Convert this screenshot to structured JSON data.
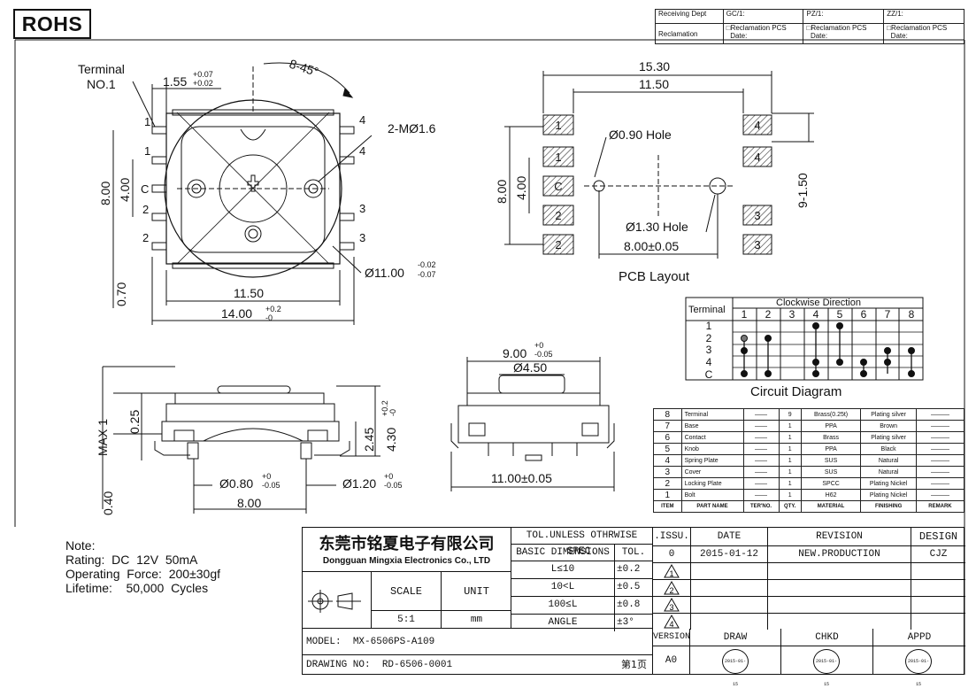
{
  "rohs": "ROHS",
  "receipt": {
    "receiving_dept": "Receiving Dept",
    "reclamation": "Reclamation",
    "gc": "GC/1:",
    "pz": "PZ/1:",
    "zz": "ZZ/1:",
    "recl_pcs": "□Reclamation  PCS",
    "date": "Date:"
  },
  "front_view": {
    "terminal_label": "Terminal",
    "terminal_no": "NO.1",
    "dim_155": "1.55",
    "dim_155_tol_up": "+0.07",
    "dim_155_tol_dn": "+0.02",
    "angle": "8-45°",
    "hole_2m": "2-MØ1.6",
    "dim_800": "8.00",
    "dim_400": "4.00",
    "dim_070": "0.70",
    "dim_1150": "11.50",
    "dim_1400": "14.00",
    "dim_1400_tol_up": "+0.2",
    "dim_1400_tol_dn": "-0",
    "dia_1100": "Ø11.00",
    "dia_1100_tol_up": "-0.02",
    "dia_1100_tol_dn": "-0.07",
    "pins_left": [
      "1",
      "1",
      "C",
      "2",
      "2"
    ],
    "pins_right": [
      "4",
      "4",
      "3",
      "3"
    ]
  },
  "pcb": {
    "dim_1530": "15.30",
    "dim_1150": "11.50",
    "hole_090": "Ø0.90  Hole",
    "hole_130": "Ø1.30  Hole",
    "dim_800": "8.00",
    "dim_400": "4.00",
    "dim_800_tol": "8.00±0.05",
    "dim_150": "9-1.50",
    "title": "PCB  Layout",
    "pads_left": [
      "1",
      "1",
      "C",
      "2",
      "2"
    ],
    "pads_right": [
      "4",
      "4",
      "3",
      "3"
    ]
  },
  "circuit": {
    "title": "Clockwise  Direction",
    "terminal_header": "Terminal",
    "positions": [
      "1",
      "2",
      "3",
      "4",
      "5",
      "6",
      "7",
      "8"
    ],
    "rows": [
      "1",
      "2",
      "3",
      "4",
      "C"
    ],
    "caption": "Circuit  Diagram"
  },
  "side_view": {
    "dim_025": "0.25",
    "max1": "MAX  1",
    "dim_245": "2.45",
    "dim_430": "4.30",
    "dim_430_tol_up": "+0.2",
    "dim_430_tol_dn": "-0",
    "dim_080": "Ø0.80",
    "dim_080_tol_up": "+0",
    "dim_080_tol_dn": "-0.05",
    "dim_120": "Ø1.20",
    "dim_120_tol_up": "+0",
    "dim_120_tol_dn": "-0.05",
    "dim_800": "8.00",
    "dim_040": "0.40"
  },
  "end_view": {
    "dim_900": "9.00",
    "dim_900_tol_up": "+0",
    "dim_900_tol_dn": "-0.05",
    "dim_450": "Ø4.50",
    "dim_1100": "11.00±0.05"
  },
  "parts": {
    "rows": [
      {
        "item": "8",
        "name": "Terminal",
        "ter": "——",
        "qty": "9",
        "material": "Brass(0.25t)",
        "finish": "Plating silver",
        "remark": "———"
      },
      {
        "item": "7",
        "name": "Base",
        "ter": "——",
        "qty": "1",
        "material": "PPA",
        "finish": "Brown",
        "remark": "———"
      },
      {
        "item": "6",
        "name": "Contact",
        "ter": "——",
        "qty": "1",
        "material": "Brass",
        "finish": "Plating silver",
        "remark": "———"
      },
      {
        "item": "5",
        "name": "Knob",
        "ter": "——",
        "qty": "1",
        "material": "PPA",
        "finish": "Black",
        "remark": "———"
      },
      {
        "item": "4",
        "name": "Spring Plate",
        "ter": "——",
        "qty": "1",
        "material": "SUS",
        "finish": "Natural",
        "remark": "———"
      },
      {
        "item": "3",
        "name": "Cover",
        "ter": "——",
        "qty": "1",
        "material": "SUS",
        "finish": "Natural",
        "remark": "———"
      },
      {
        "item": "2",
        "name": "Locking Plate",
        "ter": "——",
        "qty": "1",
        "material": "SPCC",
        "finish": "Plating Nickel",
        "remark": "———"
      },
      {
        "item": "1",
        "name": "Bolt",
        "ter": "——",
        "qty": "1",
        "material": "H62",
        "finish": "Plating Nickel",
        "remark": "———"
      }
    ],
    "header": {
      "item": "ITEM",
      "name": "PART NAME",
      "ter": "TER'NO.",
      "qty": "QTY.",
      "material": "MATERIAL",
      "finish": "FINISHING",
      "remark": "REMARK"
    }
  },
  "notes": {
    "title": "Note:",
    "rating": "Rating:  DC  12V  50mA",
    "force": "Operating  Force:  200±30gf",
    "lifetime": "Lifetime:    50,000  Cycles"
  },
  "title_block": {
    "company_cn": "东莞市铭夏电子有限公司",
    "company_en": "Dongguan Mingxia Electronics Co., LTD",
    "tol_header": "TOL.UNLESS OTHRWISE SPEC.",
    "basic_dims": "BASIC DIMENSIONS",
    "tol": "TOL.",
    "tol_rows": [
      {
        "range": "L≤10",
        "tol": "±0.2"
      },
      {
        "range": "10<L",
        "tol": "±0.5"
      },
      {
        "range": "100≤L",
        "tol": "±0.8"
      },
      {
        "range": "ANGLE",
        "tol": "±3°"
      }
    ],
    "scale_label": "SCALE",
    "scale": "5:1",
    "unit_label": "UNIT",
    "unit": "mm",
    "issu": ".ISSU.",
    "date_label": "DATE",
    "revision_label": "REVISION",
    "design_label": "DESIGN",
    "issue_no": "0",
    "date": "2015-01-12",
    "revision": "NEW.PRODUCTION",
    "designer": "CJZ",
    "revs": [
      "1",
      "2",
      "3",
      "4"
    ],
    "version_label": "VERSION",
    "version": "A0",
    "draw": "DRAW",
    "chkd": "CHKD",
    "appd": "APPD",
    "model_label": "MODEL:",
    "model": "MX-6506PS-A109",
    "drawing_label": "DRAWING NO:",
    "drawing_no": "RD-6506-0001",
    "page": "第1页",
    "stamp_date": "2015-01-15"
  }
}
